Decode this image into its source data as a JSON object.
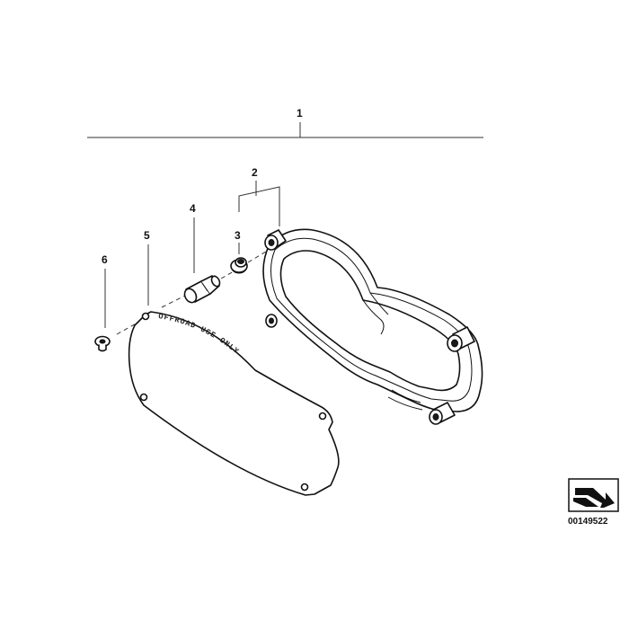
{
  "callouts": {
    "c1": "1",
    "c2": "2",
    "c3": "3",
    "c4": "4",
    "c5": "5",
    "c6": "6"
  },
  "cover_engraving": "OFFROAD USE ONLY",
  "diagram_id": "00149522",
  "icons": {
    "corner_badge": "bmw-arrow-badge-icon"
  }
}
